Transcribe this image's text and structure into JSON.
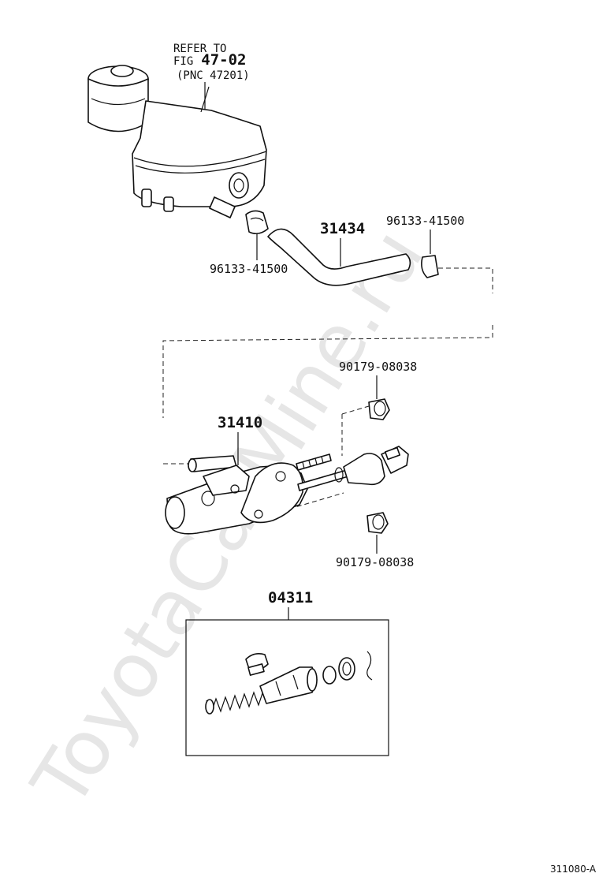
{
  "watermark": "ToyotaCarMine.ru",
  "reference": {
    "line1": "REFER TO",
    "line2_prefix": "FIG",
    "line2_num": "47-02",
    "line3": "(PNC 47201)"
  },
  "callouts": {
    "hose": "31434",
    "clip_left": "96133-41500",
    "clip_right": "96133-41500",
    "nut_top": "90179-08038",
    "master_cylinder": "31410",
    "nut_bottom": "90179-08038",
    "repair_kit": "04311"
  },
  "figure_id": "311080-A"
}
